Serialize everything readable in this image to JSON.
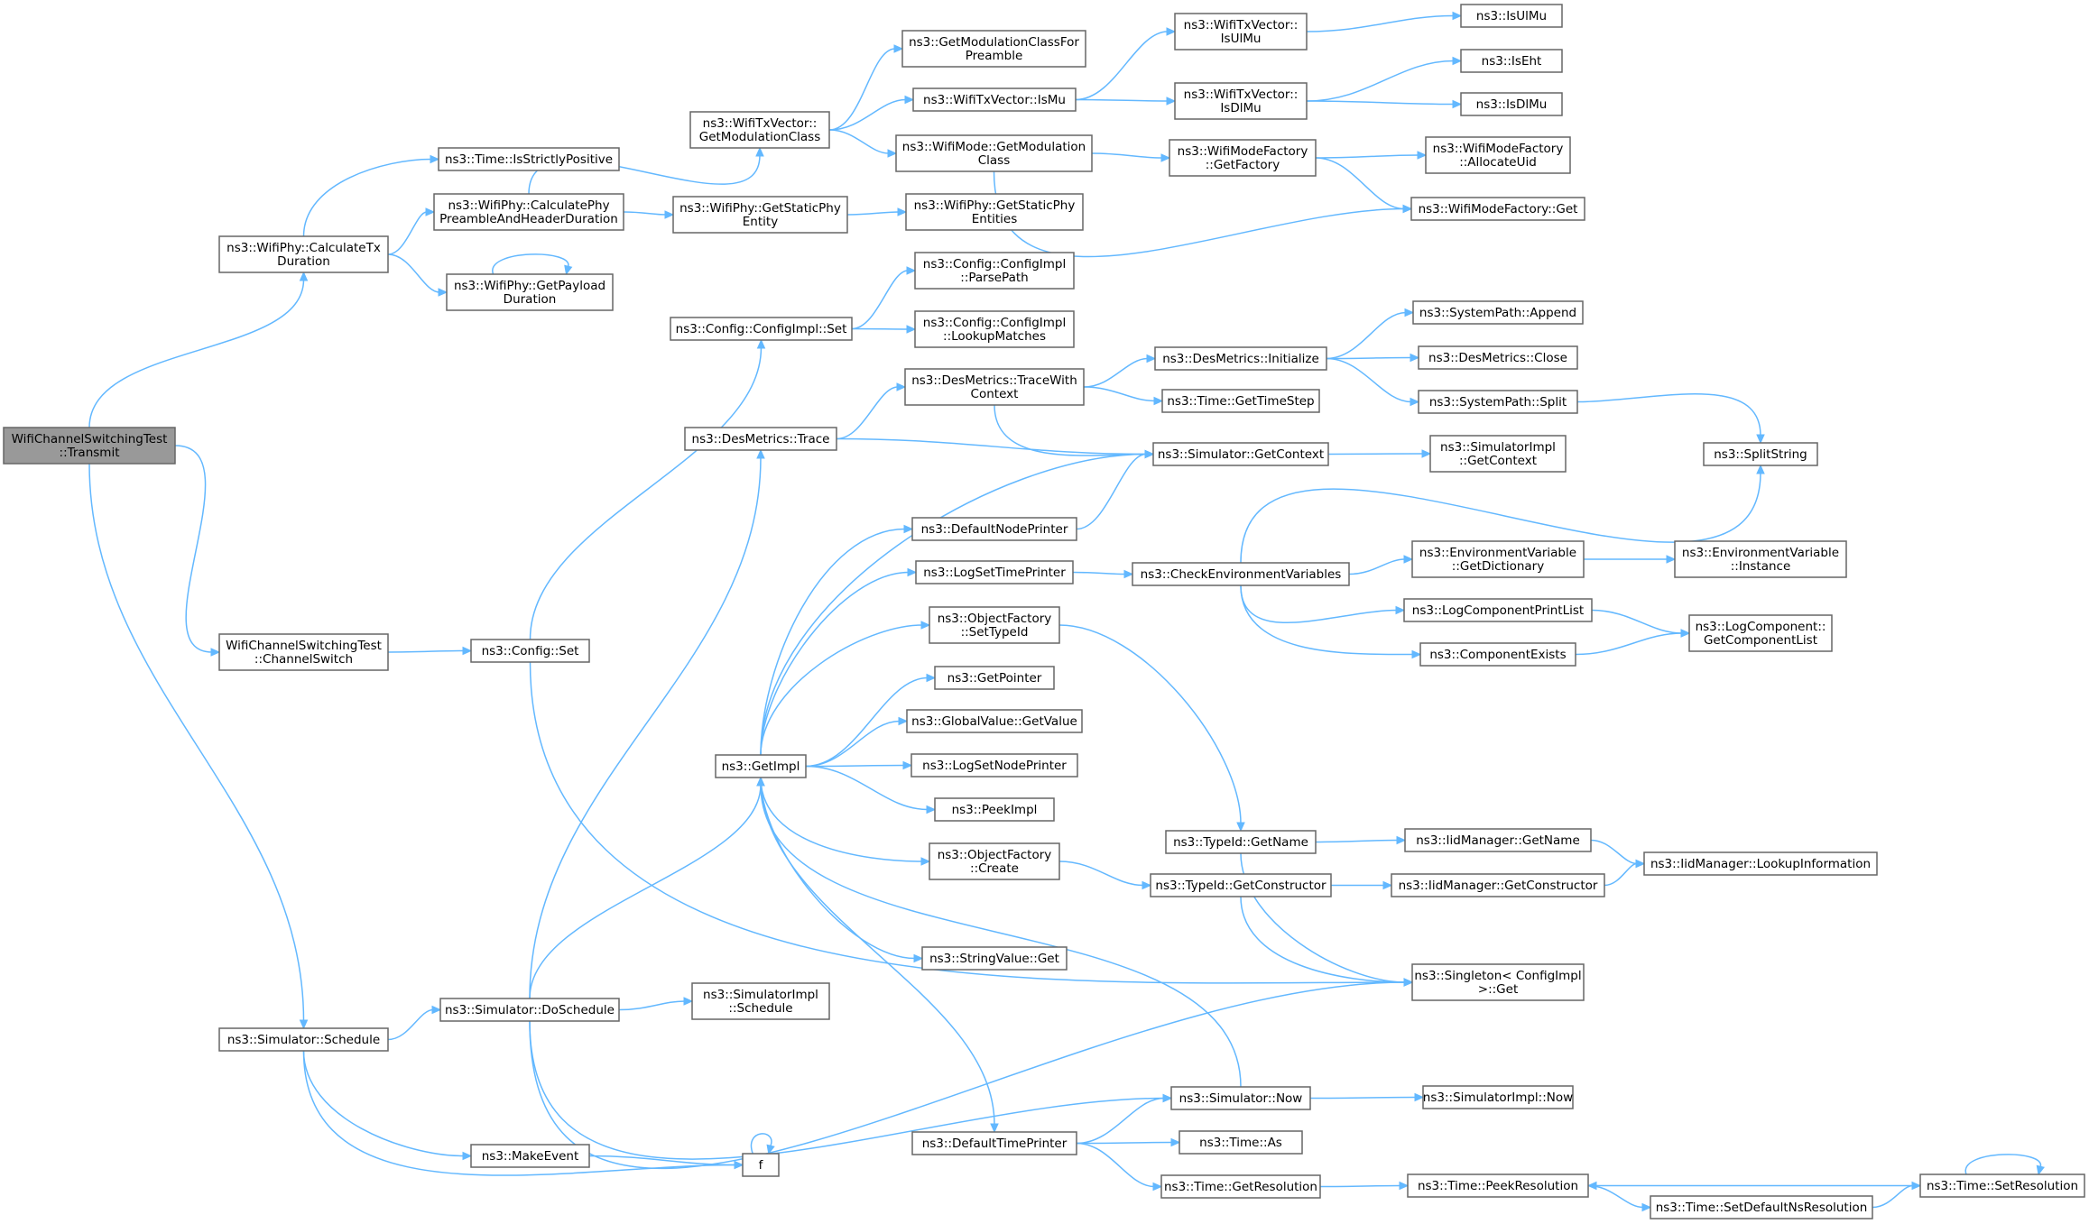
{
  "graph": {
    "root": "transmit",
    "colors": {
      "edge": "#63b8ff",
      "node_border": "#666666",
      "node_fill": "#ffffff",
      "root_fill": "#999999"
    },
    "nodes": [
      {
        "id": "transmit",
        "lines": [
          "WifiChannelSwitchingTest",
          "::Transmit"
        ]
      },
      {
        "id": "calcTxDuration",
        "lines": [
          "ns3::WifiPhy::CalculateTx",
          "Duration"
        ]
      },
      {
        "id": "channelSwitch",
        "lines": [
          "WifiChannelSwitchingTest",
          "::ChannelSwitch"
        ]
      },
      {
        "id": "simSchedule",
        "lines": [
          "ns3::Simulator::Schedule"
        ]
      },
      {
        "id": "isStrictlyPositive",
        "lines": [
          "ns3::Time::IsStrictlyPositive"
        ]
      },
      {
        "id": "calcPhyPreamble",
        "lines": [
          "ns3::WifiPhy::CalculatePhy",
          "PreambleAndHeaderDuration"
        ]
      },
      {
        "id": "getPayloadDuration",
        "lines": [
          "ns3::WifiPhy::GetPayload",
          "Duration"
        ]
      },
      {
        "id": "configSet",
        "lines": [
          "ns3::Config::Set"
        ]
      },
      {
        "id": "doSchedule",
        "lines": [
          "ns3::Simulator::DoSchedule"
        ]
      },
      {
        "id": "makeEvent",
        "lines": [
          "ns3::MakeEvent"
        ]
      },
      {
        "id": "f",
        "lines": [
          "f"
        ]
      },
      {
        "id": "getModulationClass",
        "lines": [
          "ns3::WifiTxVector::",
          "GetModulationClass"
        ]
      },
      {
        "id": "getStaticPhyEntity",
        "lines": [
          "ns3::WifiPhy::GetStaticPhy",
          "Entity"
        ]
      },
      {
        "id": "configImplSet",
        "lines": [
          "ns3::Config::ConfigImpl::Set"
        ]
      },
      {
        "id": "desTrace",
        "lines": [
          "ns3::DesMetrics::Trace"
        ]
      },
      {
        "id": "getImpl",
        "lines": [
          "ns3::GetImpl"
        ]
      },
      {
        "id": "simImplSchedule",
        "lines": [
          "ns3::SimulatorImpl",
          "::Schedule"
        ]
      },
      {
        "id": "getModClassForPreamble",
        "lines": [
          "ns3::GetModulationClassFor",
          "Preamble"
        ]
      },
      {
        "id": "txIsMu",
        "lines": [
          "ns3::WifiTxVector::IsMu"
        ]
      },
      {
        "id": "modeGetModClass",
        "lines": [
          "ns3::WifiMode::GetModulation",
          "Class"
        ]
      },
      {
        "id": "getStaticPhyEntities",
        "lines": [
          "ns3::WifiPhy::GetStaticPhy",
          "Entities"
        ]
      },
      {
        "id": "parsePath",
        "lines": [
          "ns3::Config::ConfigImpl",
          "::ParsePath"
        ]
      },
      {
        "id": "lookupMatches",
        "lines": [
          "ns3::Config::ConfigImpl",
          "::LookupMatches"
        ]
      },
      {
        "id": "traceWithContext",
        "lines": [
          "ns3::DesMetrics::TraceWith",
          "Context"
        ]
      },
      {
        "id": "defaultNodePrinter",
        "lines": [
          "ns3::DefaultNodePrinter"
        ]
      },
      {
        "id": "logSetTimePrinter",
        "lines": [
          "ns3::LogSetTimePrinter"
        ]
      },
      {
        "id": "ofSetTypeId",
        "lines": [
          "ns3::ObjectFactory",
          "::SetTypeId"
        ]
      },
      {
        "id": "getPointer",
        "lines": [
          "ns3::GetPointer"
        ]
      },
      {
        "id": "globalValueGet",
        "lines": [
          "ns3::GlobalValue::GetValue"
        ]
      },
      {
        "id": "logSetNodePrinter",
        "lines": [
          "ns3::LogSetNodePrinter"
        ]
      },
      {
        "id": "peekImpl",
        "lines": [
          "ns3::PeekImpl"
        ]
      },
      {
        "id": "ofCreate",
        "lines": [
          "ns3::ObjectFactory",
          "::Create"
        ]
      },
      {
        "id": "stringValueGet",
        "lines": [
          "ns3::StringValue::Get"
        ]
      },
      {
        "id": "defaultTimePrinter",
        "lines": [
          "ns3::DefaultTimePrinter"
        ]
      },
      {
        "id": "txIsUlMu",
        "lines": [
          "ns3::WifiTxVector::",
          "IsUlMu"
        ]
      },
      {
        "id": "txIsDlMu",
        "lines": [
          "ns3::WifiTxVector::",
          "IsDlMu"
        ]
      },
      {
        "id": "wmfGetFactory",
        "lines": [
          "ns3::WifiModeFactory",
          "::GetFactory"
        ]
      },
      {
        "id": "desInitialize",
        "lines": [
          "ns3::DesMetrics::Initialize"
        ]
      },
      {
        "id": "timeGetTimeStep",
        "lines": [
          "ns3::Time::GetTimeStep"
        ]
      },
      {
        "id": "simGetContext",
        "lines": [
          "ns3::Simulator::GetContext"
        ]
      },
      {
        "id": "checkEnvVars",
        "lines": [
          "ns3::CheckEnvironmentVariables"
        ]
      },
      {
        "id": "typeIdGetName",
        "lines": [
          "ns3::TypeId::GetName"
        ]
      },
      {
        "id": "typeIdGetConstructor",
        "lines": [
          "ns3::TypeId::GetConstructor"
        ]
      },
      {
        "id": "simNow",
        "lines": [
          "ns3::Simulator::Now"
        ]
      },
      {
        "id": "timeAs",
        "lines": [
          "ns3::Time::As"
        ]
      },
      {
        "id": "timeGetResolution",
        "lines": [
          "ns3::Time::GetResolution"
        ]
      },
      {
        "id": "isUlMu",
        "lines": [
          "ns3::IsUlMu"
        ]
      },
      {
        "id": "isEht",
        "lines": [
          "ns3::IsEht"
        ]
      },
      {
        "id": "isDlMu",
        "lines": [
          "ns3::IsDlMu"
        ]
      },
      {
        "id": "wmfAllocateUid",
        "lines": [
          "ns3::WifiModeFactory",
          "::AllocateUid"
        ]
      },
      {
        "id": "wmfGet",
        "lines": [
          "ns3::WifiModeFactory::Get"
        ]
      },
      {
        "id": "spAppend",
        "lines": [
          "ns3::SystemPath::Append"
        ]
      },
      {
        "id": "desClose",
        "lines": [
          "ns3::DesMetrics::Close"
        ]
      },
      {
        "id": "spSplit",
        "lines": [
          "ns3::SystemPath::Split"
        ]
      },
      {
        "id": "simImplGetContext",
        "lines": [
          "ns3::SimulatorImpl",
          "::GetContext"
        ]
      },
      {
        "id": "envGetDictionary",
        "lines": [
          "ns3::EnvironmentVariable",
          "::GetDictionary"
        ]
      },
      {
        "id": "logCompPrintList",
        "lines": [
          "ns3::LogComponentPrintList"
        ]
      },
      {
        "id": "componentExists",
        "lines": [
          "ns3::ComponentExists"
        ]
      },
      {
        "id": "iidGetName",
        "lines": [
          "ns3::IidManager::GetName"
        ]
      },
      {
        "id": "iidGetConstructor",
        "lines": [
          "ns3::IidManager::GetConstructor"
        ]
      },
      {
        "id": "singletonGet",
        "lines": [
          "ns3::Singleton< ConfigImpl",
          ">::Get"
        ]
      },
      {
        "id": "simImplNow",
        "lines": [
          "ns3::SimulatorImpl::Now"
        ]
      },
      {
        "id": "timePeekResolution",
        "lines": [
          "ns3::Time::PeekResolution"
        ]
      },
      {
        "id": "setDefaultNsRes",
        "lines": [
          "ns3::Time::SetDefaultNsResolution"
        ]
      },
      {
        "id": "splitString",
        "lines": [
          "ns3::SplitString"
        ]
      },
      {
        "id": "envInstance",
        "lines": [
          "ns3::EnvironmentVariable",
          "::Instance"
        ]
      },
      {
        "id": "logCompGetList",
        "lines": [
          "ns3::LogComponent::",
          "GetComponentList"
        ]
      },
      {
        "id": "iidLookupInfo",
        "lines": [
          "ns3::IidManager::LookupInformation"
        ]
      },
      {
        "id": "timeSetResolution",
        "lines": [
          "ns3::Time::SetResolution"
        ]
      }
    ],
    "edges": [
      [
        "transmit",
        "calcTxDuration"
      ],
      [
        "transmit",
        "channelSwitch"
      ],
      [
        "transmit",
        "simSchedule"
      ],
      [
        "calcTxDuration",
        "isStrictlyPositive"
      ],
      [
        "calcTxDuration",
        "calcPhyPreamble"
      ],
      [
        "calcTxDuration",
        "getPayloadDuration"
      ],
      [
        "calcPhyPreamble",
        "getModulationClass"
      ],
      [
        "calcPhyPreamble",
        "getStaticPhyEntity"
      ],
      [
        "getPayloadDuration",
        "getPayloadDuration"
      ],
      [
        "getModulationClass",
        "getModClassForPreamble"
      ],
      [
        "getModulationClass",
        "txIsMu"
      ],
      [
        "getModulationClass",
        "modeGetModClass"
      ],
      [
        "txIsMu",
        "txIsUlMu"
      ],
      [
        "txIsMu",
        "txIsDlMu"
      ],
      [
        "txIsUlMu",
        "isUlMu"
      ],
      [
        "txIsDlMu",
        "isEht"
      ],
      [
        "txIsDlMu",
        "isDlMu"
      ],
      [
        "modeGetModClass",
        "wmfGetFactory"
      ],
      [
        "modeGetModClass",
        "wmfGet"
      ],
      [
        "wmfGetFactory",
        "wmfAllocateUid"
      ],
      [
        "wmfGetFactory",
        "wmfGet"
      ],
      [
        "getStaticPhyEntity",
        "getStaticPhyEntities"
      ],
      [
        "channelSwitch",
        "configSet"
      ],
      [
        "configSet",
        "configImplSet"
      ],
      [
        "configSet",
        "singletonGet"
      ],
      [
        "configImplSet",
        "parsePath"
      ],
      [
        "configImplSet",
        "lookupMatches"
      ],
      [
        "simSchedule",
        "doSchedule"
      ],
      [
        "simSchedule",
        "makeEvent"
      ],
      [
        "simSchedule",
        "f"
      ],
      [
        "makeEvent",
        "f"
      ],
      [
        "f",
        "f"
      ],
      [
        "doSchedule",
        "desTrace"
      ],
      [
        "doSchedule",
        "getImpl"
      ],
      [
        "doSchedule",
        "simImplSchedule"
      ],
      [
        "doSchedule",
        "singletonGet"
      ],
      [
        "doSchedule",
        "simNow"
      ],
      [
        "desTrace",
        "traceWithContext"
      ],
      [
        "desTrace",
        "simGetContext"
      ],
      [
        "traceWithContext",
        "desInitialize"
      ],
      [
        "traceWithContext",
        "timeGetTimeStep"
      ],
      [
        "traceWithContext",
        "simGetContext"
      ],
      [
        "desInitialize",
        "spAppend"
      ],
      [
        "desInitialize",
        "desClose"
      ],
      [
        "desInitialize",
        "spSplit"
      ],
      [
        "spSplit",
        "splitString"
      ],
      [
        "simGetContext",
        "simImplGetContext"
      ],
      [
        "getImpl",
        "simGetContext"
      ],
      [
        "getImpl",
        "defaultNodePrinter"
      ],
      [
        "getImpl",
        "logSetTimePrinter"
      ],
      [
        "getImpl",
        "ofSetTypeId"
      ],
      [
        "getImpl",
        "getPointer"
      ],
      [
        "getImpl",
        "globalValueGet"
      ],
      [
        "getImpl",
        "logSetNodePrinter"
      ],
      [
        "getImpl",
        "peekImpl"
      ],
      [
        "getImpl",
        "ofCreate"
      ],
      [
        "getImpl",
        "stringValueGet"
      ],
      [
        "getImpl",
        "defaultTimePrinter"
      ],
      [
        "defaultNodePrinter",
        "simGetContext"
      ],
      [
        "logSetTimePrinter",
        "checkEnvVars"
      ],
      [
        "checkEnvVars",
        "splitString"
      ],
      [
        "checkEnvVars",
        "envGetDictionary"
      ],
      [
        "checkEnvVars",
        "logCompPrintList"
      ],
      [
        "checkEnvVars",
        "componentExists"
      ],
      [
        "envGetDictionary",
        "envInstance"
      ],
      [
        "logCompPrintList",
        "logCompGetList"
      ],
      [
        "componentExists",
        "logCompGetList"
      ],
      [
        "ofSetTypeId",
        "typeIdGetName"
      ],
      [
        "typeIdGetName",
        "iidGetName"
      ],
      [
        "typeIdGetName",
        "singletonGet"
      ],
      [
        "iidGetName",
        "iidLookupInfo"
      ],
      [
        "ofCreate",
        "typeIdGetConstructor"
      ],
      [
        "typeIdGetConstructor",
        "iidGetConstructor"
      ],
      [
        "typeIdGetConstructor",
        "singletonGet"
      ],
      [
        "iidGetConstructor",
        "iidLookupInfo"
      ],
      [
        "simNow",
        "getImpl"
      ],
      [
        "simNow",
        "simImplNow"
      ],
      [
        "defaultTimePrinter",
        "simNow"
      ],
      [
        "defaultTimePrinter",
        "timeAs"
      ],
      [
        "defaultTimePrinter",
        "timeGetResolution"
      ],
      [
        "timeGetResolution",
        "timePeekResolution"
      ],
      [
        "timePeekResolution",
        "setDefaultNsRes"
      ],
      [
        "setDefaultNsRes",
        "timeSetResolution"
      ],
      [
        "timeSetResolution",
        "timePeekResolution"
      ],
      [
        "timeSetResolution",
        "timeSetResolution"
      ]
    ]
  }
}
